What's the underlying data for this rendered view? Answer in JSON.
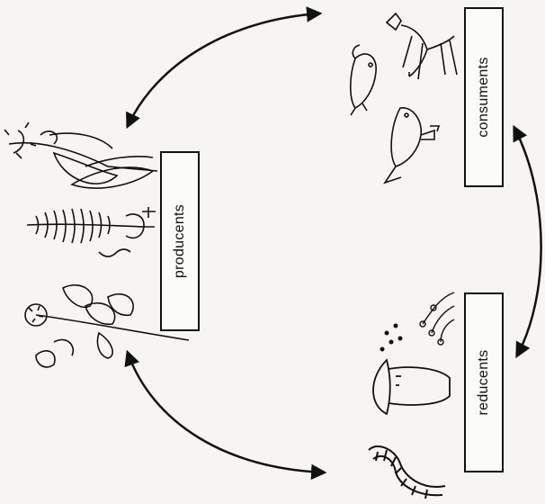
{
  "labels": {
    "producers": "producents",
    "consumers": "consuments",
    "decomposers": "reducents"
  },
  "groups": {
    "producers": [
      "plant-cabbage-icon",
      "plant-fern-icon",
      "plant-clover-icon"
    ],
    "consumers": [
      "deer-icon",
      "mouse-icon",
      "bird-icon"
    ],
    "decomposers": [
      "mushroom-icon",
      "spores-icon",
      "mold-icon",
      "earthworm-icon"
    ]
  },
  "colors": {
    "ink": "#111111",
    "background": "#f6f5f2"
  }
}
